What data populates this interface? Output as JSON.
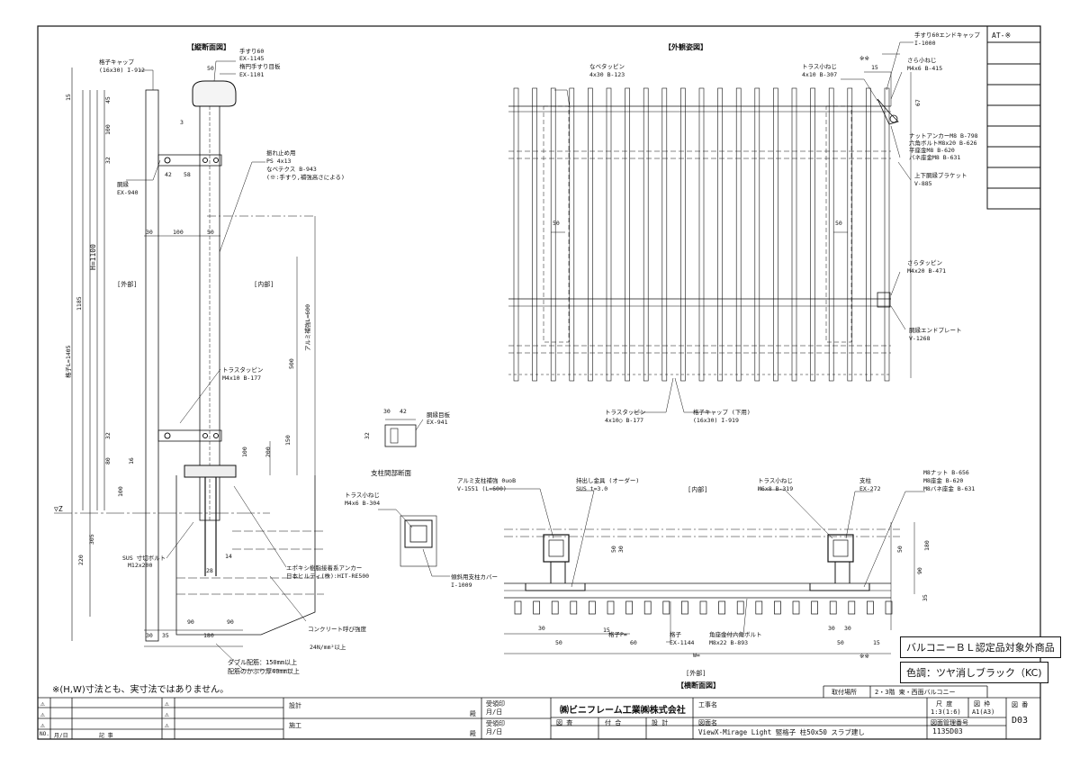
{
  "sheet_code": "AT-※",
  "sections": {
    "vertical": "【縦断面図】",
    "elevation": "【外観姿図】",
    "horizontal": "【横断面図】",
    "post_section": "支柱間部断面"
  },
  "zones": {
    "outside": "[外部]",
    "inside": "[内部]",
    "inside_h": "[内部]",
    "outside_h": "[外部]"
  },
  "labels": {
    "grid_cap_top": "格子キャップ",
    "grid_cap_top_spec": "(16x30) I-912",
    "handrail60": "手すり60",
    "handrail60_code": "EX-1145",
    "handrail_plate": "楕円手すり目板",
    "handrail_plate_code": "EX-1101",
    "rail_v": "胴縁",
    "rail_v_code": "EX-940",
    "anti_sway": "振れ止め用",
    "anti_sway_ps": "PS 4x13",
    "anti_sway_nabe": "なベテクス B-943",
    "anti_sway_note": "(※:手すり,補強高さによる)",
    "truss_tap_v": "トラスタッピン",
    "truss_tap_v_spec": "M4x10 B-177",
    "alu_reinf": "アルミ補強L=600",
    "sus_bolt": "SUS 寸切ボルト",
    "sus_bolt_spec": "M12x200",
    "epoxy": "エポキシ樹脂接着系アンカー",
    "epoxy_spec": "日本ヒルティ(株):HIT-RE500",
    "concrete": "コンクリート呼び強度",
    "concrete_spec": "24N/mm²以上",
    "double_rebar": "ダブル配筋：150mm以上",
    "cover": "配筋のかぶり厚40mm以上",
    "nabe_tap": "なベタッピン",
    "nabe_tap_spec": "4x30 B-123",
    "truss_small_e": "トラス小ねじ",
    "truss_small_e_spec": "4x10 B-307",
    "end_cap": "手すり60エンドキャップ",
    "end_cap_code": "I-1000",
    "sara_screw": "さら小ねじ",
    "sara_screw_spec": "M4x6 B-415",
    "nut_anchor": "ナットアンカーM8 B-798",
    "hex_bolt": "六角ボルトM8x20 B-626",
    "washer": "平座金M8 B-620",
    "spring_washer": "バネ座金M8 B-631",
    "bracket": "上下胴縁ブラケット",
    "bracket_code": "V-885",
    "sara_tap": "さらタッピン",
    "sara_tap_spec": "M4x20 B-471",
    "end_plate": "胴縁エンドプレート",
    "end_plate_code": "V-1268",
    "truss_tap_e": "トラスタッピン",
    "truss_tap_e_spec": "4x10○ B-177",
    "grid_cap_bottom": "格子キャップ (下用)",
    "grid_cap_bottom_spec": "(16x30) I-919",
    "rail_plate": "胴縁目板",
    "rail_plate_code": "EX-941",
    "truss_small_p": "トラス小ねじ",
    "truss_small_p_spec": "M4x6 B-304",
    "post_cover": "傾斜用支柱カバー",
    "post_cover_code": "I-1009",
    "alu_post_reinf": "アルミ支柱補強 0uoB",
    "alu_post_reinf_code": "V-1551 (L=600)",
    "hanger": "持出し金具 (オーダー)",
    "hanger_spec": "SUS t=3.0",
    "truss_small_h": "トラス小ねじ",
    "truss_small_h_spec": "M6x8 B-319",
    "post": "支柱",
    "post_code": "EX-272",
    "m8nut": "M8ナット B-656",
    "m8washer": "M8座金 B-620",
    "m8spring": "M8バネ座金 B-631",
    "grid": "格子",
    "grid_code": "EX-1144",
    "hex_flange": "角座金付六角ボルト",
    "hex_flange_spec": "M8x22 B-893",
    "grid_pitch": "格子P=",
    "width_w": "W="
  },
  "dims": {
    "d15": "15",
    "d50": "50",
    "d45": "45",
    "d100": "100",
    "d3": "3",
    "d32": "32",
    "d42": "42",
    "d58": "58",
    "d30": "30",
    "d1185": "1185",
    "d1405": "格子L=1405",
    "h1100": "H=1100",
    "d500": "500",
    "d150": "150",
    "d200": "200",
    "d80": "80",
    "d16": "16",
    "d305": "305",
    "d220": "220",
    "d14": "14",
    "d28": "28",
    "d90": "90",
    "d35": "35",
    "d180": "180",
    "d67": "67",
    "d60": "60",
    "kome": "※※",
    "gl": "▽Z"
  },
  "badges": {
    "bl": "バルコニーＢＬ認定品対象外商品",
    "color": "色調：ツヤ消しブラック（KC)"
  },
  "note": "※(H,W)寸法とも、実寸法ではありません。",
  "title_block": {
    "location_label": "取付場所",
    "location_value": "2・3階 東・西面バルコニー",
    "design": "設計",
    "construction": "施工",
    "receipt": "受領印",
    "date1": "月/日",
    "date2": "月/日",
    "dono1": "殿",
    "dono2": "殿",
    "company": "㈱ビニフレーム工業㈱株式会社",
    "project": "工事名",
    "approve": "図  査",
    "check": "付  合",
    "designed": "設  計",
    "drawing_name_label": "図面名",
    "drawing_name": "ViewX-Mirage Light 竪格子 柱50x50 スラブ建し",
    "scale_label": "尺  度",
    "scale": "1:3(1:6)",
    "size_label": "図  枠",
    "size": "A1(A3)",
    "number_label": "図面管理番号",
    "number": "1135D03",
    "sheet_label": "図  番",
    "sheet": "D03",
    "rev_no": "NO.",
    "rev_date": "月/日",
    "rev_desc": "記        事"
  }
}
